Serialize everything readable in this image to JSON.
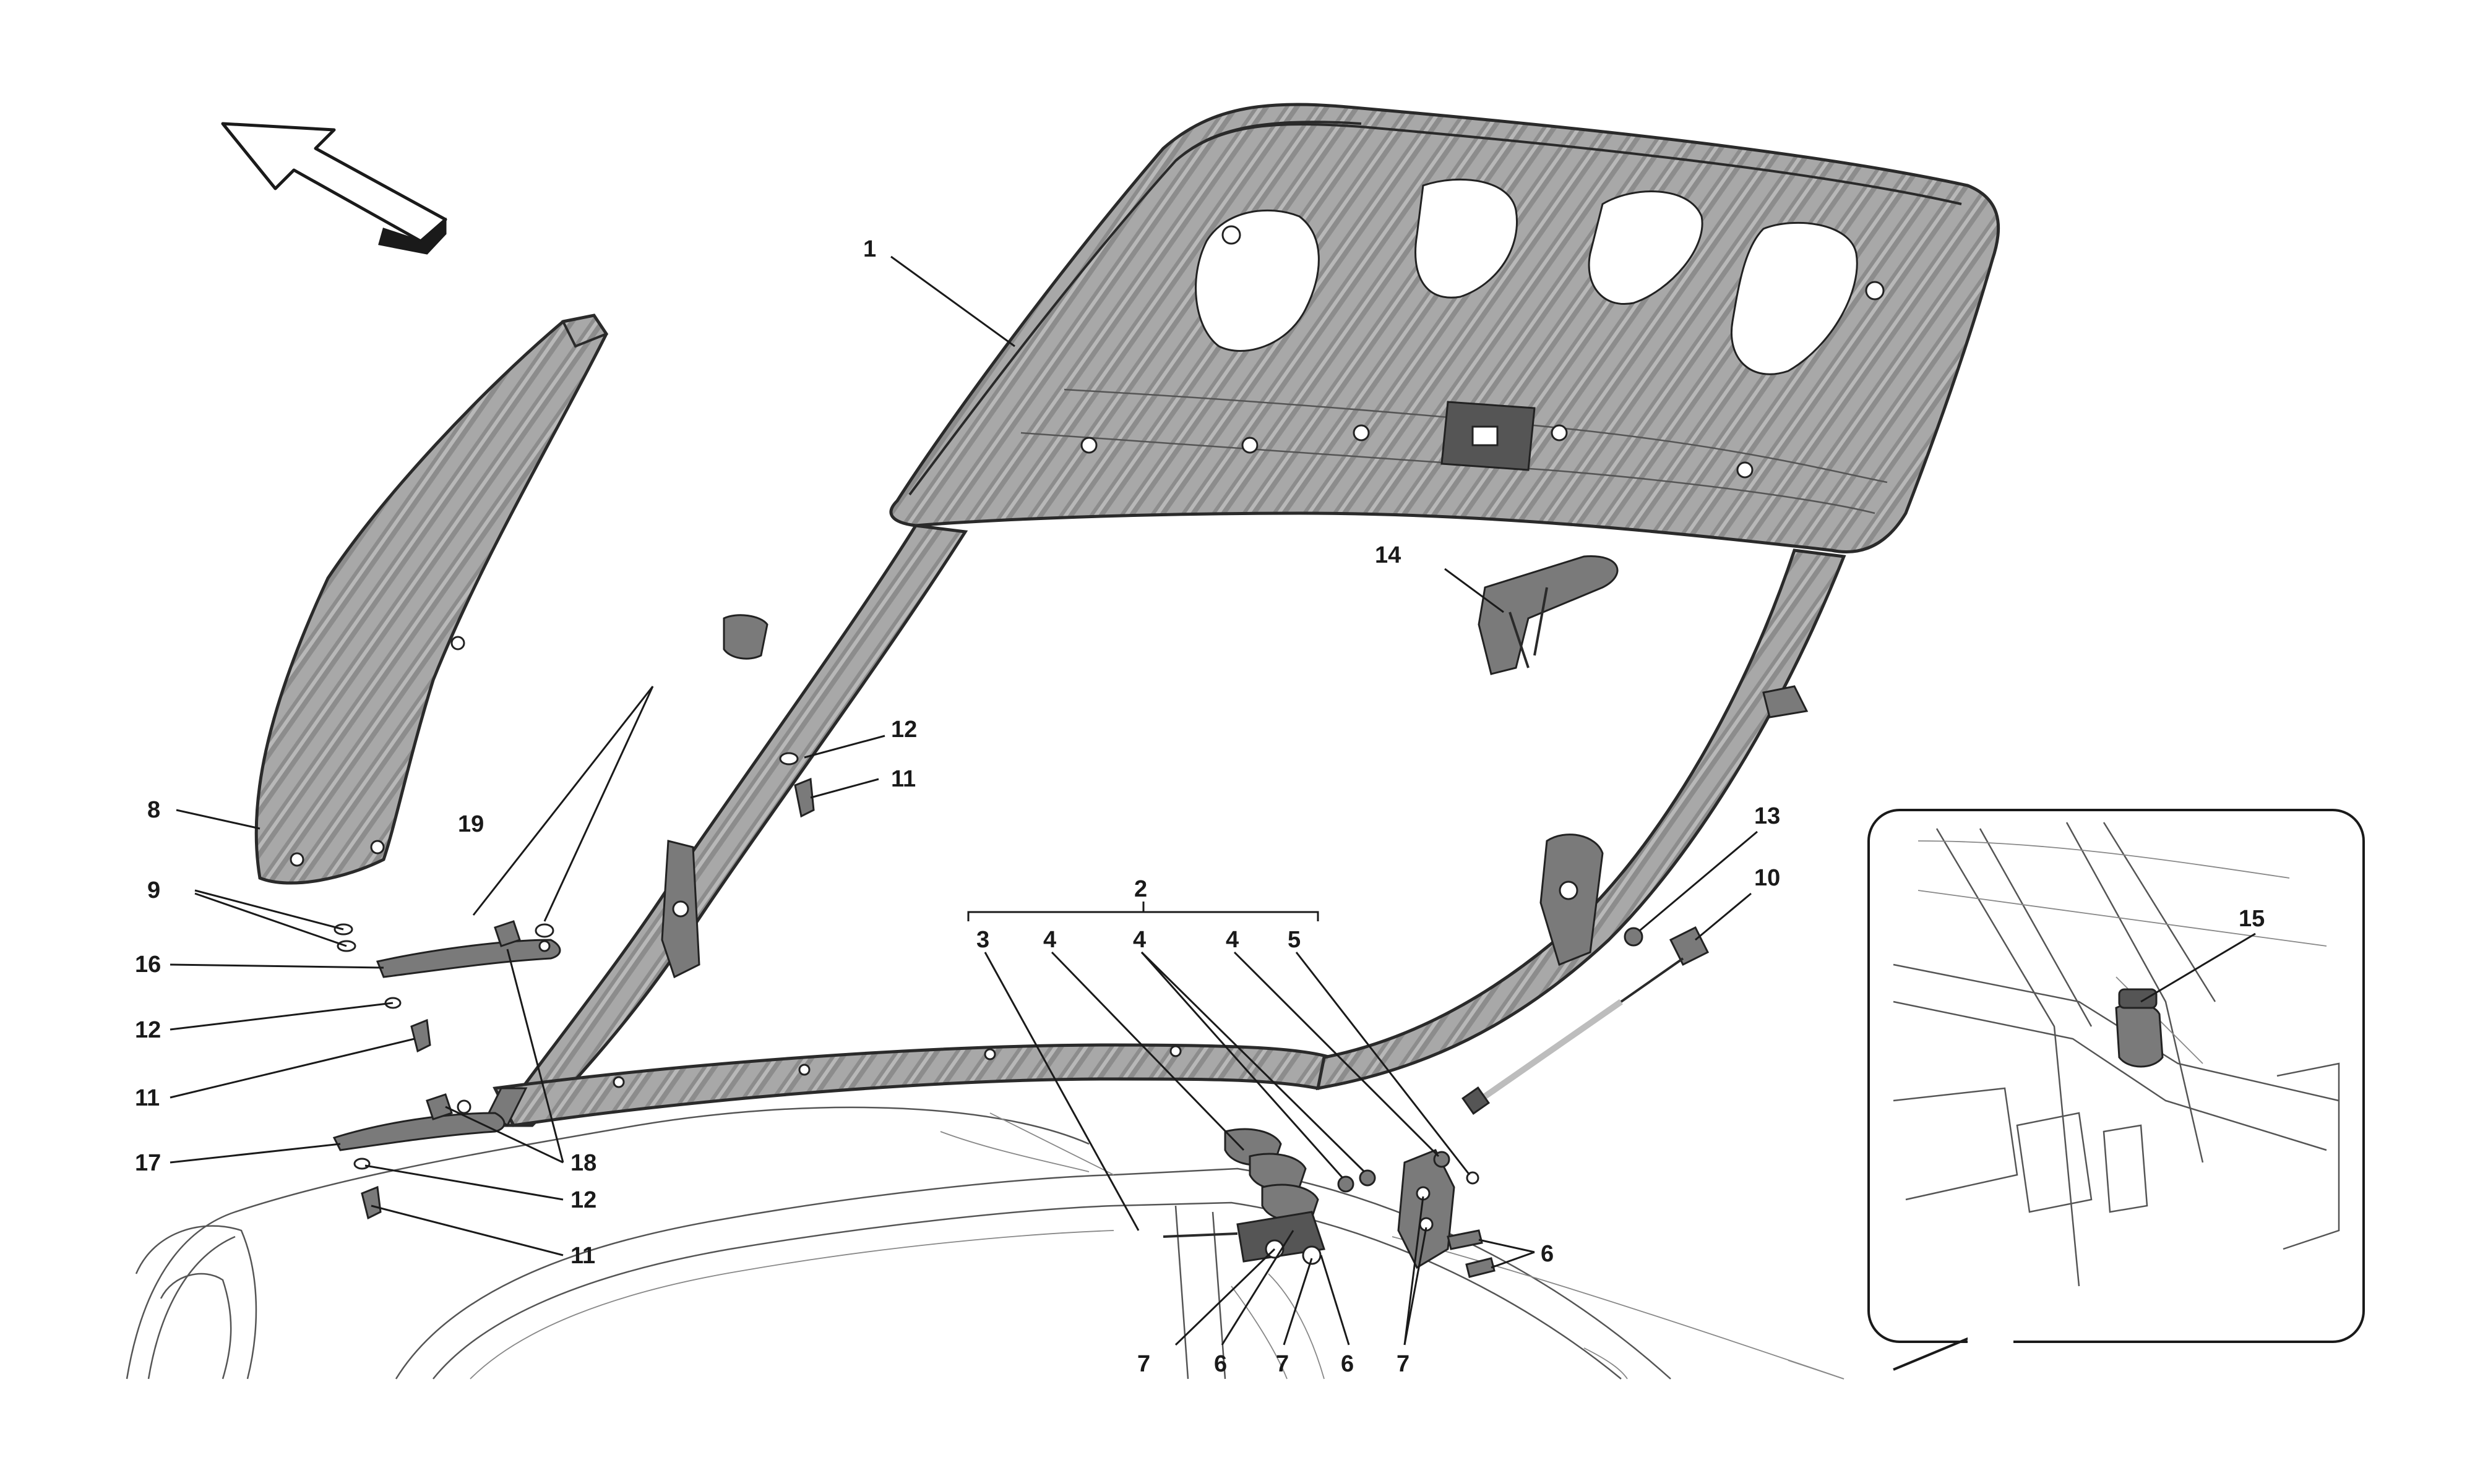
{
  "callouts": {
    "c1": "1",
    "c2": "2",
    "c3": "3",
    "c4a": "4",
    "c4b": "4",
    "c4c": "4",
    "c5": "5",
    "c6a": "6",
    "c6b": "6",
    "c6c": "6",
    "c7a": "7",
    "c7b": "7",
    "c7c": "7",
    "c8": "8",
    "c9": "9",
    "c10": "10",
    "c11a": "11",
    "c11b": "11",
    "c11c": "11",
    "c12a": "12",
    "c12b": "12",
    "c12c": "12",
    "c13": "13",
    "c14": "14",
    "c15": "15",
    "c16": "16",
    "c17": "17",
    "c18": "18",
    "c19": "19"
  },
  "icons": {
    "direction": "direction-arrow-icon"
  },
  "colors": {
    "ink": "#1a1a1a",
    "shade": "#9a9a9a",
    "background": "#ffffff"
  }
}
